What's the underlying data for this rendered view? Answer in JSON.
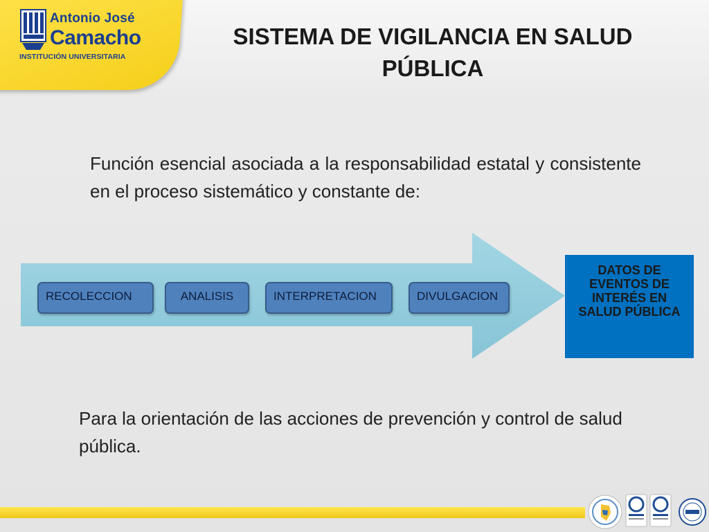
{
  "logo": {
    "line1": "Antonio José",
    "line2": "Camacho",
    "line3": "INSTITUCIÓN UNIVERSITARIA"
  },
  "title": "SISTEMA DE VIGILANCIA EN SALUD PÚBLICA",
  "intro": "Función esencial asociada a la responsabilidad estatal y consistente en el proceso sistemático y constante de:",
  "process": {
    "steps": [
      "RECOLECCION",
      "ANALISIS",
      "INTERPRETACION",
      "DIVULGACION"
    ],
    "result": "DATOS DE EVENTOS DE INTERÉS EN SALUD PÚBLICA"
  },
  "closing": "Para la orientación de las acciones de prevención y control de salud pública.",
  "colors": {
    "accent_yellow": "#f5cf1a",
    "arrow": "#92cddc",
    "step_fill": "#4f81bd",
    "result_fill": "#0070c0",
    "brand_blue": "#1b3f8f"
  }
}
